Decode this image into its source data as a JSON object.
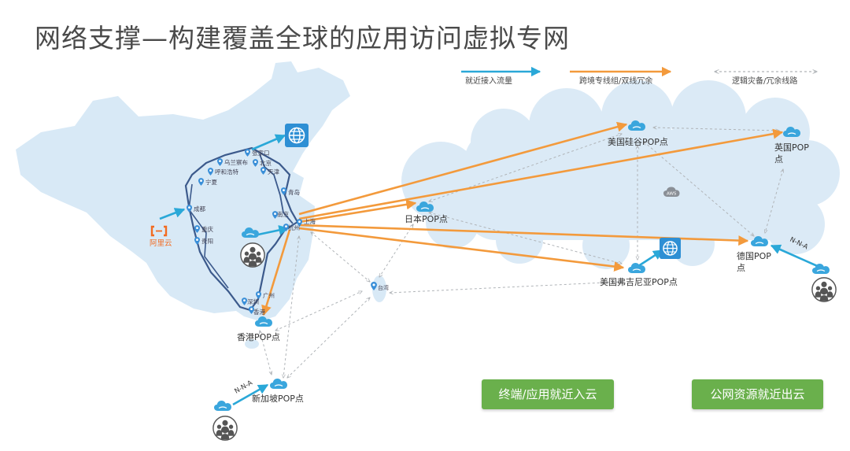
{
  "title": "网络支撑—构建覆盖全球的应用访问虚拟专网",
  "legend": {
    "nearby_access": "就近接入流量",
    "cross_border": "跨境专线组/双线冗余",
    "logical_backup": "逻辑灾备/冗余线路"
  },
  "china_cities": [
    "张家口",
    "北京",
    "天津",
    "乌兰察布",
    "呼和浩特",
    "宁夏",
    "成都",
    "重庆",
    "贵阳",
    "青岛",
    "南京",
    "上海",
    "杭州",
    "广州",
    "深圳",
    "香港"
  ],
  "aliyun_label": "阿里云",
  "pops": {
    "hongkong": "香港POP点",
    "singapore": "新加坡POP点",
    "japan": "日本POP点",
    "us_silicon_valley": "美国硅谷POP点",
    "uk_line1": "英国POP",
    "uk_line2": "点",
    "germany_line1": "德国POP",
    "germany_line2": "点",
    "us_virginia": "美国弗吉尼亚POP点",
    "taiwan": "台湾"
  },
  "aws_label": "AWS",
  "conn_label": "N-N-A",
  "buttons": {
    "terminal_cloud": "终端/应用就近入云",
    "public_resource": "公网资源就近出云"
  },
  "colors": {
    "blue_arrow": "#2aa8d8",
    "orange_arrow": "#f39a3c",
    "china_fill": "#d8e9f6",
    "backbone": "#3c5a8c",
    "button_green": "#6ab04c",
    "aliyun_orange": "#f26b21"
  }
}
